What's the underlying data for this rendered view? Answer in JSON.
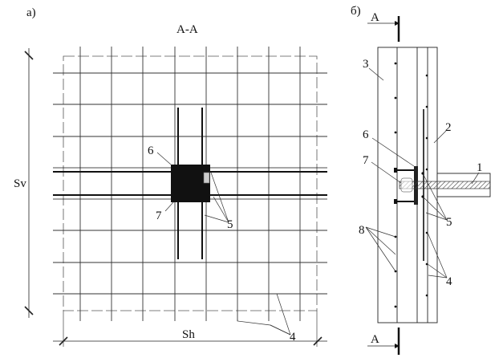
{
  "panel_a": {
    "label": "а)",
    "section_title": "A-A",
    "dim_vertical": "Sv",
    "dim_horizontal": "Sh",
    "callouts": {
      "c6": "6",
      "c7": "7",
      "c5": "5",
      "c4": "4"
    }
  },
  "panel_b": {
    "label": "б)",
    "section_mark_top": "A",
    "section_mark_bottom": "A",
    "callouts": {
      "c1": "1",
      "c2": "2",
      "c3": "3",
      "c4": "4",
      "c5": "5",
      "c6": "6",
      "c7": "7",
      "c8": "8"
    }
  }
}
